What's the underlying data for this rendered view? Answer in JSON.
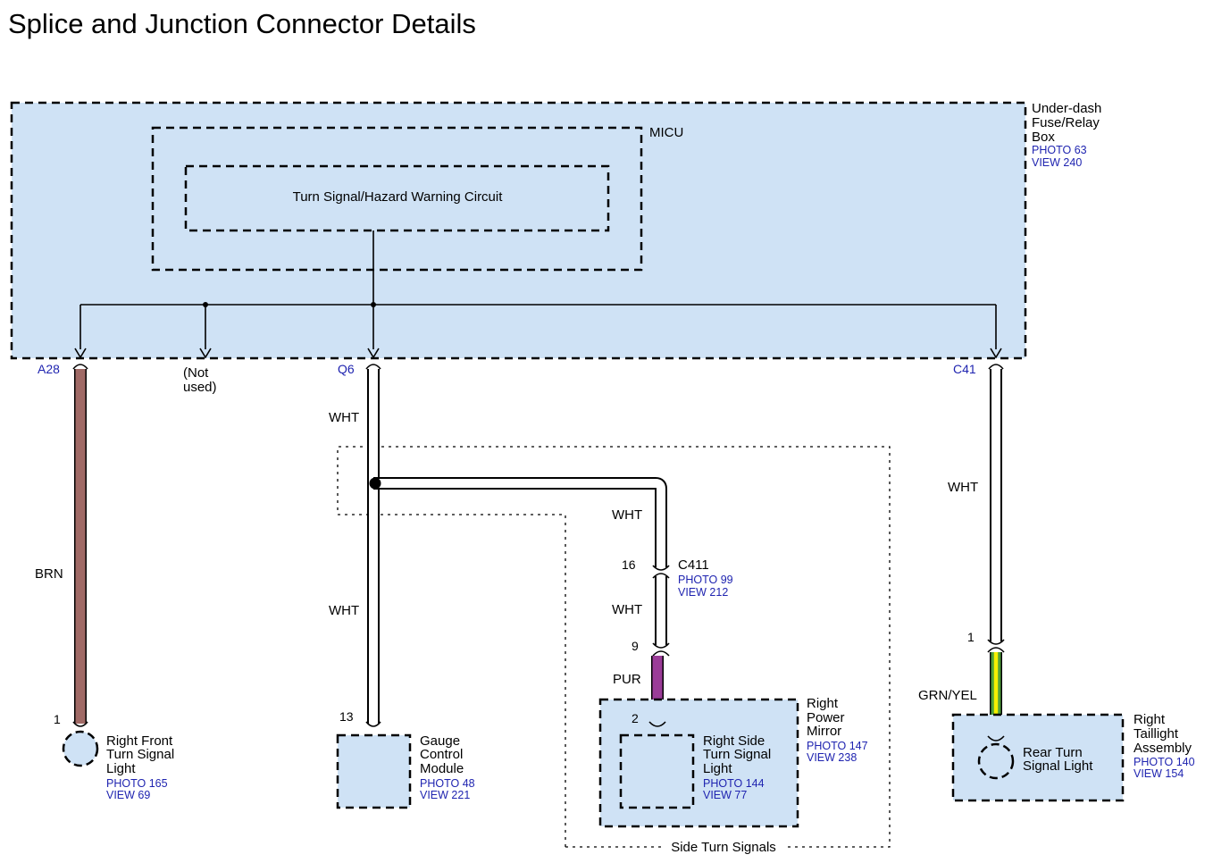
{
  "title": "Splice and Junction Connector Details",
  "colors": {
    "box_fill": "#cfe2f5",
    "reference_text": "#1f24b0",
    "brn": "#a06a66",
    "wht": "#ffffff",
    "pur": "#9b3c98",
    "grn": "#4ea03a",
    "yel": "#f5f000"
  },
  "fuse_box": {
    "name_lines": [
      "Under-dash",
      "Fuse/Relay",
      "Box"
    ],
    "photo": "PHOTO 63",
    "view": "VIEW 240"
  },
  "micu": {
    "name": "MICU"
  },
  "circuit": {
    "name": "Turn Signal/Hazard Warning Circuit"
  },
  "terminals": {
    "a28": "A28",
    "not_used_lines": [
      "(Not",
      "used)"
    ],
    "q6": "Q6",
    "c41": "C41"
  },
  "wires": {
    "brn": "BRN",
    "wht_q6_upper": "WHT",
    "wht_q6_lower": "WHT",
    "wht_branch": "WHT",
    "wht_below_c411": "WHT",
    "pur": "PUR",
    "wht_c41": "WHT",
    "grn_yel": "GRN/YEL"
  },
  "connector_c411": {
    "name": "C411",
    "photo": "PHOTO 99",
    "view": "VIEW 212",
    "pin_top": "16",
    "pin_bottom": "9"
  },
  "pins": {
    "front_light": "1",
    "gauge": "13",
    "side_light": "2",
    "taillight": "1"
  },
  "components": {
    "front_light": {
      "name_lines": [
        "Right Front",
        "Turn Signal",
        "Light"
      ],
      "photo": "PHOTO 165",
      "view": "VIEW 69"
    },
    "gauge": {
      "name_lines": [
        "Gauge",
        "Control",
        "Module"
      ],
      "photo": "PHOTO 48",
      "view": "VIEW 221"
    },
    "mirror": {
      "name_lines": [
        "Right",
        "Power",
        "Mirror"
      ],
      "photo": "PHOTO 147",
      "view": "VIEW 238"
    },
    "side_light": {
      "name_lines": [
        "Right Side",
        "Turn Signal",
        "Light"
      ],
      "photo": "PHOTO 144",
      "view": "VIEW 77"
    },
    "taillight_assembly": {
      "name_lines": [
        "Right",
        "Taillight",
        "Assembly"
      ],
      "photo": "PHOTO 140",
      "view": "VIEW 154"
    },
    "rear_light": {
      "name_lines": [
        "Rear Turn",
        "Signal Light"
      ]
    }
  },
  "side_turn_signals": {
    "name": "Side Turn Signals"
  }
}
